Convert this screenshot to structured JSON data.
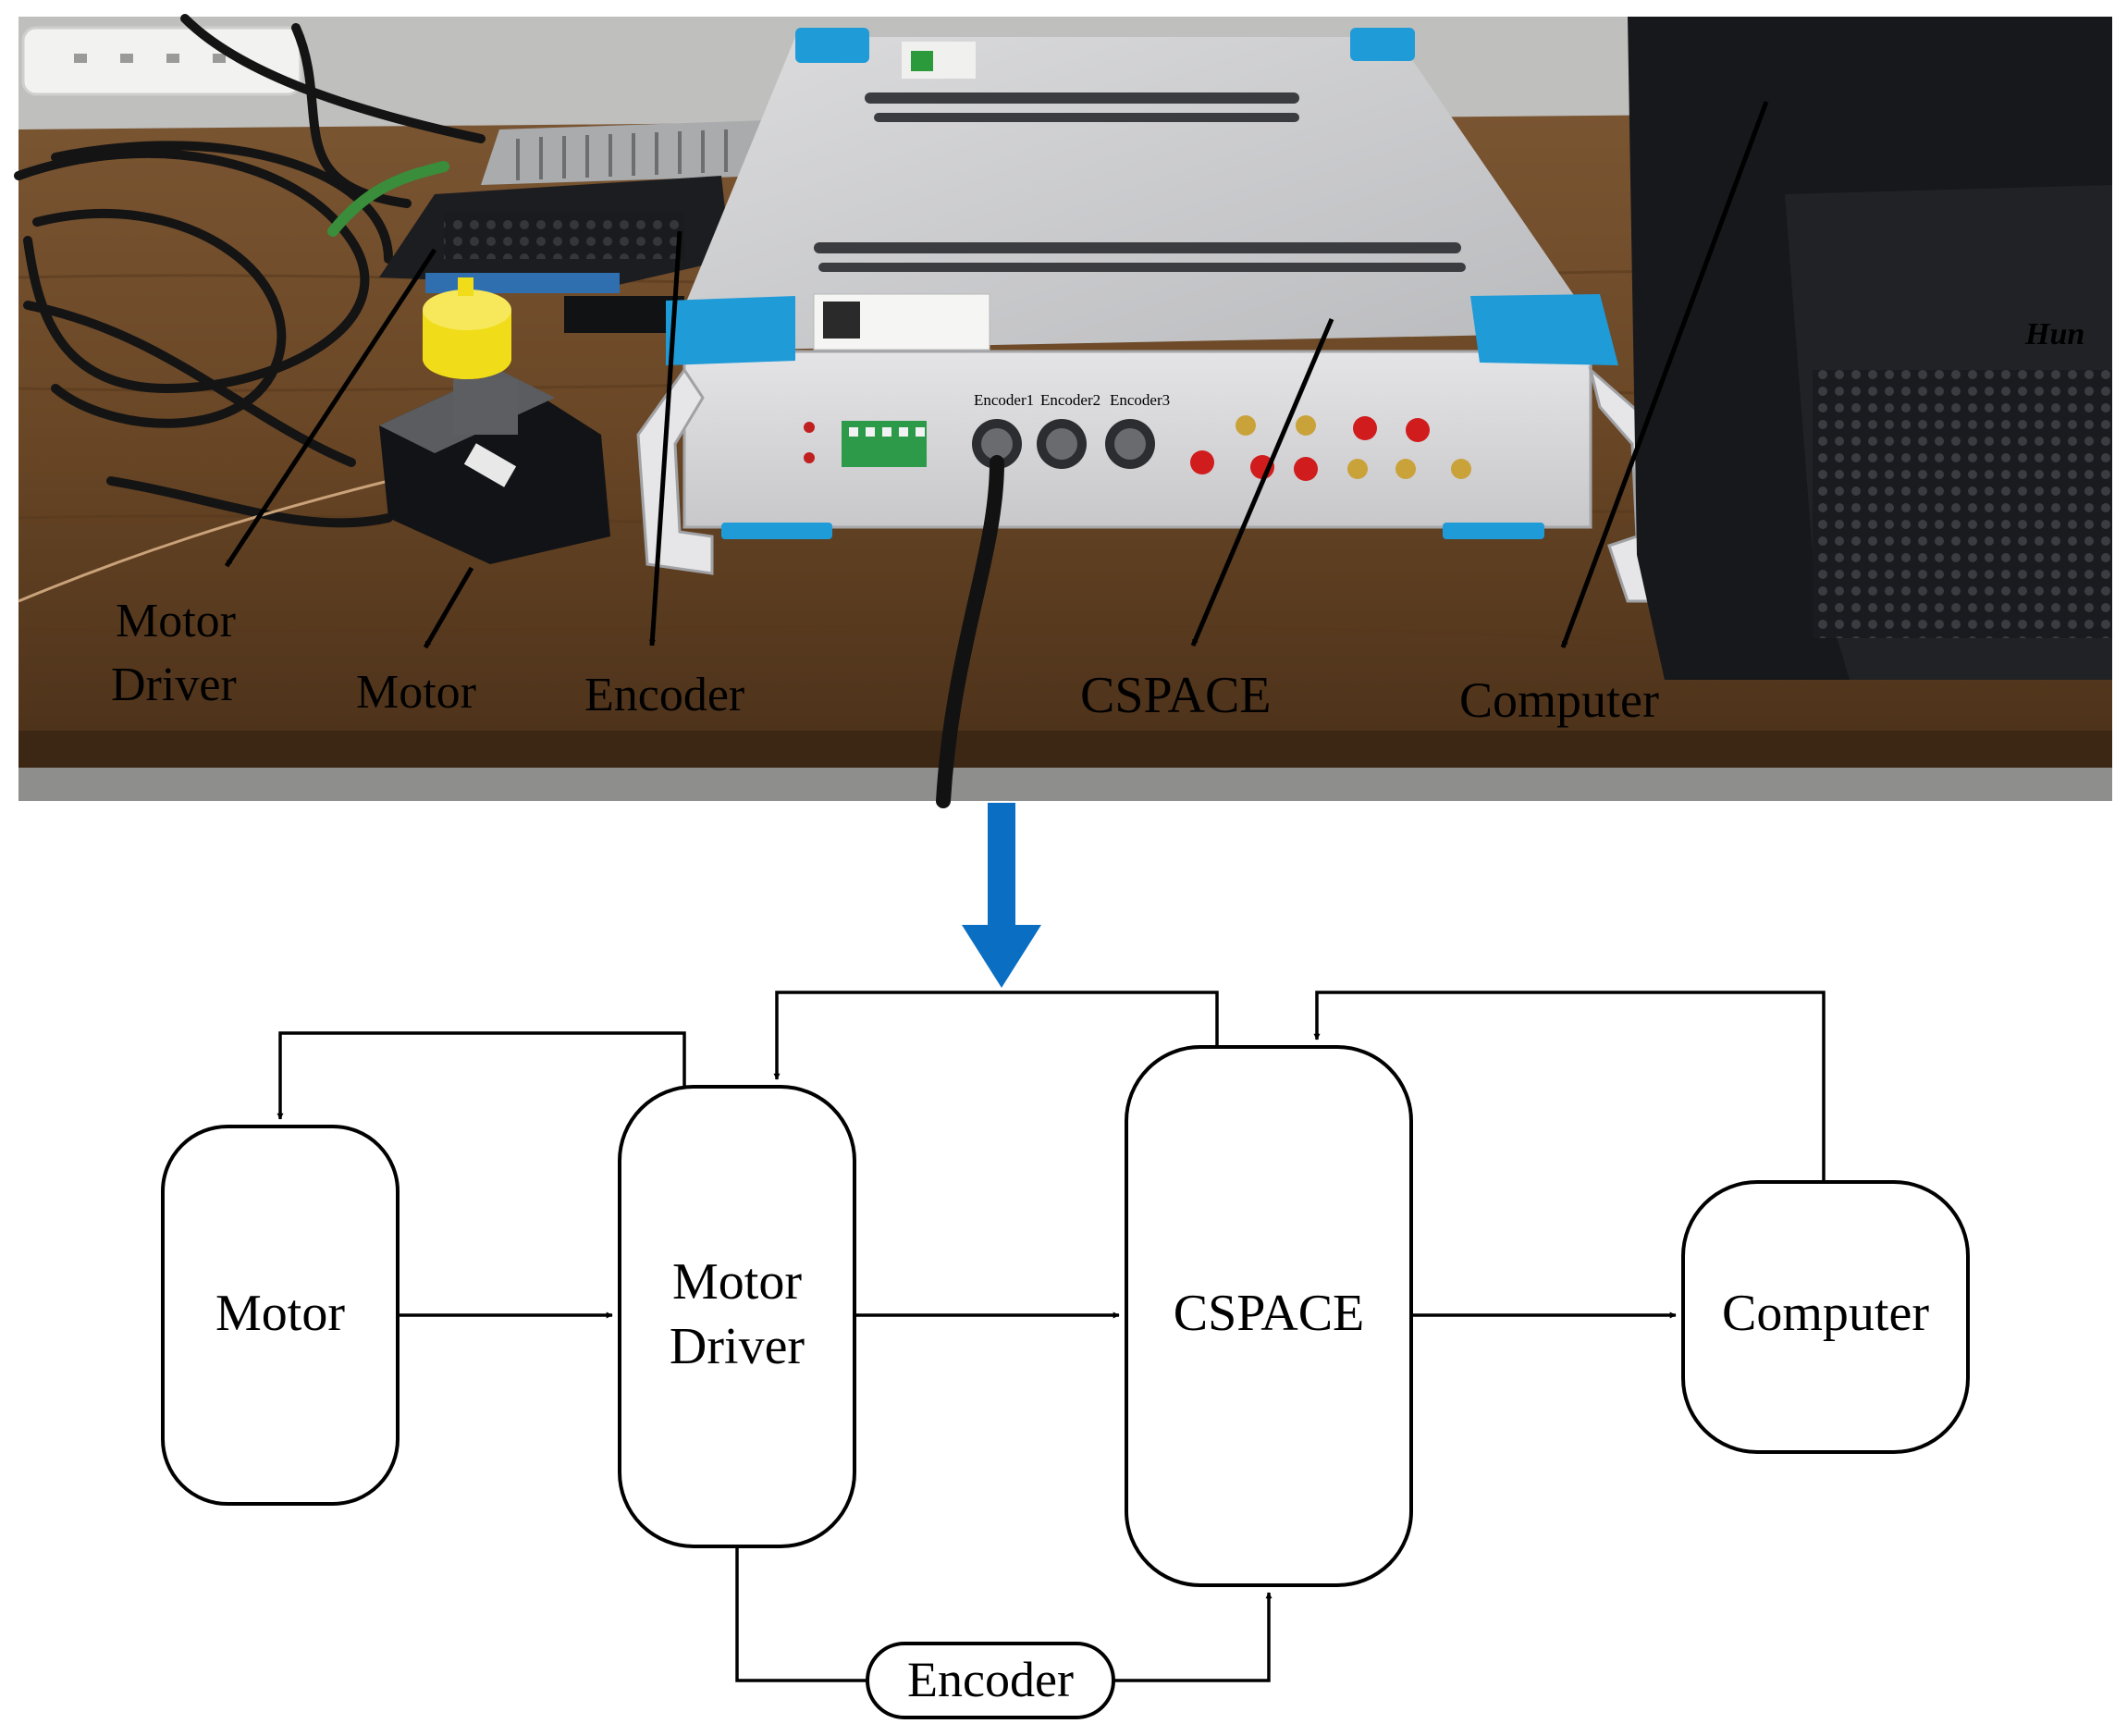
{
  "photo": {
    "labels": {
      "motor_driver_line1": "Motor",
      "motor_driver_line2": "Driver",
      "motor": "Motor",
      "encoder": "Encoder",
      "cspace": "CSPACE",
      "computer": "Computer"
    },
    "panel_text": {
      "encoder1": "Encoder1",
      "encoder2": "Encoder2",
      "encoder3": "Encoder3",
      "computer_brand": "Hun"
    }
  },
  "diagram": {
    "blocks": {
      "motor": "Motor",
      "motor_driver_line1": "Motor",
      "motor_driver_line2": "Driver",
      "cspace": "CSPACE",
      "computer": "Computer",
      "encoder": "Encoder"
    }
  },
  "colors": {
    "transition_arrow": "#0a6fc2",
    "bracket_blue": "#1f9bd8",
    "desk": "#6b4a2a",
    "line": "#000000"
  }
}
